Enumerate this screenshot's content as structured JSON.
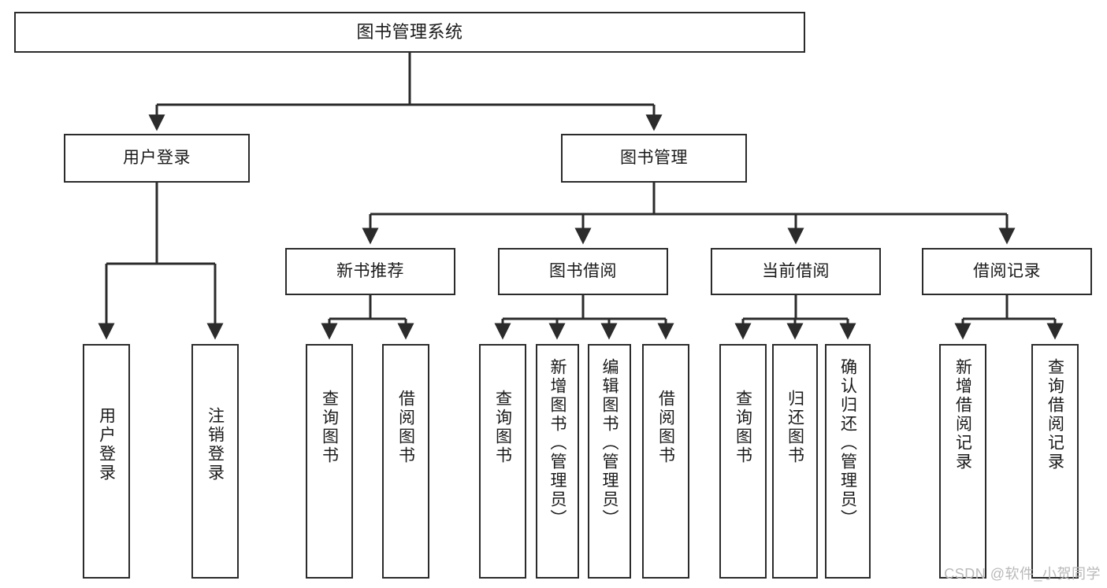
{
  "diagram": {
    "type": "tree",
    "title": "图书管理系统",
    "watermark": "CSDN @软件_小贺同学",
    "colors": {
      "node_border": "#2b2b2b",
      "node_fill": "#ffffff",
      "edge": "#2b2b2b",
      "text": "#1a1a1a",
      "watermark": "#b9b9b9",
      "background": "#ffffff"
    },
    "nodes": {
      "root": {
        "label": "图书管理系统"
      },
      "level2": [
        {
          "label": "用户登录"
        },
        {
          "label": "图书管理"
        }
      ],
      "level3": [
        {
          "label": "新书推荐"
        },
        {
          "label": "图书借阅"
        },
        {
          "label": "当前借阅"
        },
        {
          "label": "借阅记录"
        }
      ],
      "leaves": {
        "user_login": [
          {
            "label": "用户登录"
          },
          {
            "label": "注销登录"
          }
        ],
        "new_book": [
          {
            "label": "查询图书"
          },
          {
            "label": "借阅图书"
          }
        ],
        "book_borrow": [
          {
            "label": "查询图书"
          },
          {
            "label": "新增图书（管理员）"
          },
          {
            "label": "编辑图书（管理员）"
          },
          {
            "label": "借阅图书"
          }
        ],
        "current_borrow": [
          {
            "label": "查询图书"
          },
          {
            "label": "归还图书"
          },
          {
            "label": "确认归还（管理员）"
          }
        ],
        "borrow_record": [
          {
            "label": "新增借阅记录"
          },
          {
            "label": "查询借阅记录"
          }
        ]
      }
    }
  }
}
